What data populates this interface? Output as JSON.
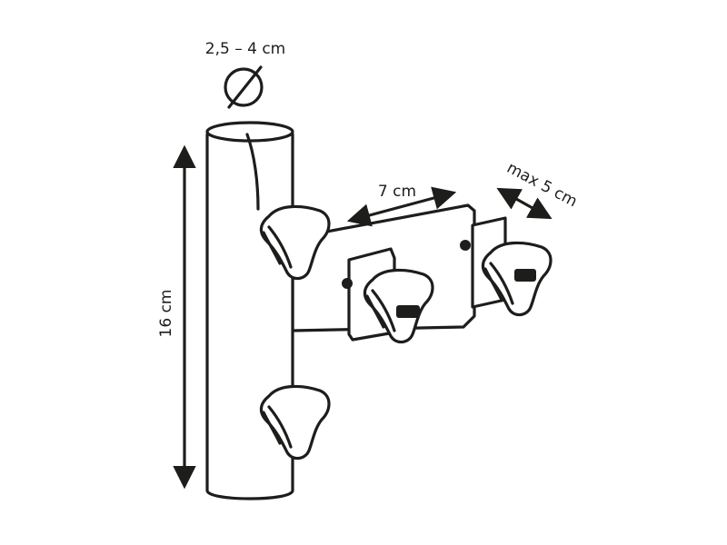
{
  "labels": {
    "diameter": "2,5 – 4 cm",
    "width": "7 cm",
    "max_clamp": "max 5 cm",
    "height": "16 cm"
  },
  "icons": [
    "diameter-icon",
    "dimension-arrow",
    "thumb-knob"
  ],
  "colors": {
    "line": "#1d1d1b",
    "background": "#ffffff"
  }
}
